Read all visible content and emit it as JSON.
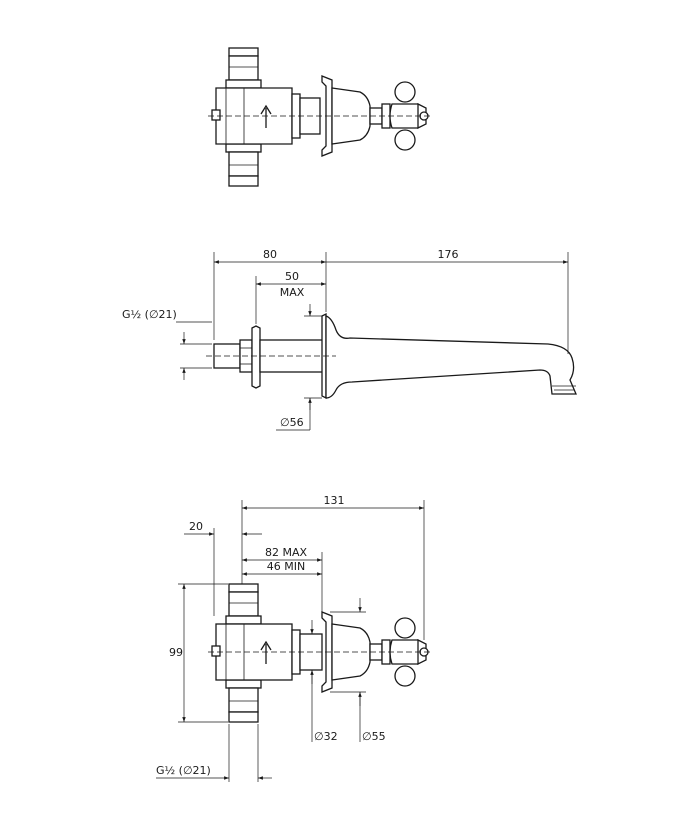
{
  "dimensions": {
    "spout_overall_width": "80",
    "spout_reach": "176",
    "spout_recess_max": "50",
    "spout_recess_max_label": "MAX",
    "spout_inlet_thread": "G½ (∅21)",
    "spout_flange_dia": "∅56",
    "valve_overall": "131",
    "valve_offset": "20",
    "valve_recess_max": "82 MAX",
    "valve_recess_min": "46 MIN",
    "valve_height": "99",
    "valve_inlet_thread": "G½ (∅21)",
    "valve_sleeve_dia": "∅32",
    "valve_flange_dia": "∅55"
  },
  "colors": {
    "line": "#1a1a1a",
    "background": "#ffffff"
  }
}
